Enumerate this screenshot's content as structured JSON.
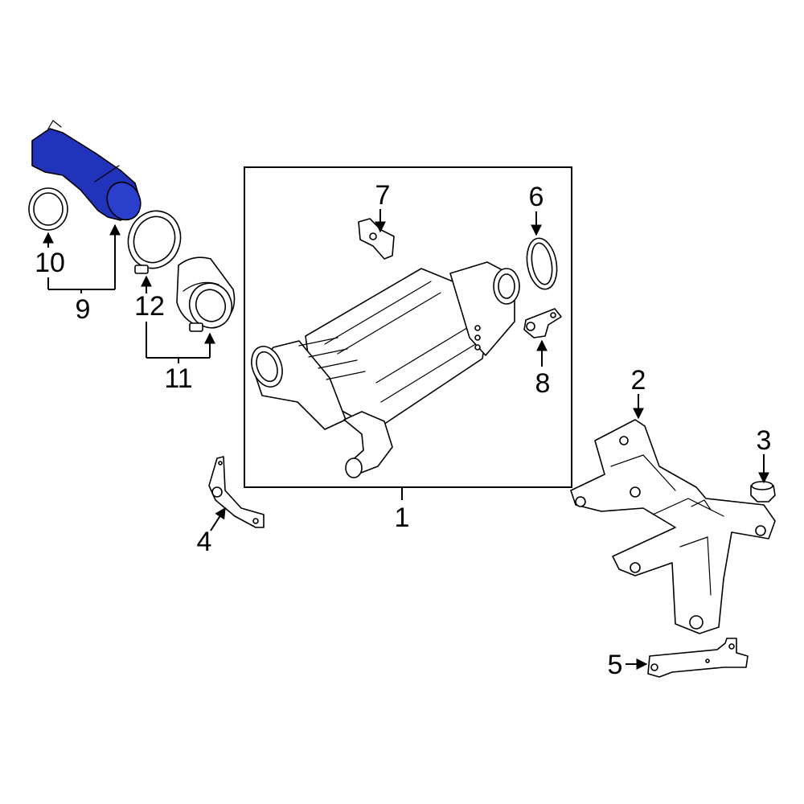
{
  "diagram": {
    "callouts": {
      "c1": "1",
      "c2": "2",
      "c3": "3",
      "c4": "4",
      "c5": "5",
      "c6": "6",
      "c7": "7",
      "c8": "8",
      "c9": "9",
      "c10": "10",
      "c11": "11",
      "c12": "12"
    },
    "highlight_color": "#2233bb",
    "highlighted_part": "9"
  }
}
